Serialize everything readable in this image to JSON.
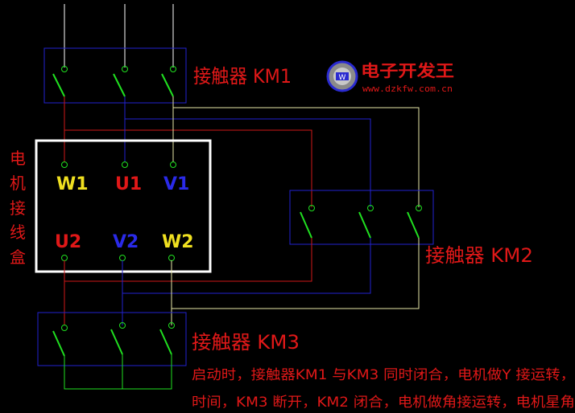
{
  "colors": {
    "background": "#000000",
    "wire_white": "#ffffff",
    "wire_red": "#d01818",
    "wire_blue": "#2222d0",
    "wire_yellow": "#e8e8a8",
    "box_blue": "#2222d0",
    "contact_green": "#20e020",
    "terminal_yellow": "#f0e020",
    "text_red": "#e01818"
  },
  "contactors": {
    "km1": {
      "label": "接触器 KM1"
    },
    "km2": {
      "label": "接触器 KM2"
    },
    "km3": {
      "label": "接触器 KM3"
    }
  },
  "motor_box": {
    "title_chars": [
      "电",
      "机",
      "接",
      "线",
      "盒"
    ],
    "top_terminals": [
      {
        "label": "W1",
        "color": "yellow"
      },
      {
        "label": "U1",
        "color": "red"
      },
      {
        "label": "V1",
        "color": "blue"
      }
    ],
    "bottom_terminals": [
      {
        "label": "U2",
        "color": "red"
      },
      {
        "label": "V2",
        "color": "blue"
      },
      {
        "label": "W2",
        "color": "yellow"
      }
    ]
  },
  "watermark": {
    "name": "电子开发王",
    "url": "www.dzkfw.com.cn",
    "icon": "gear-seal-icon"
  },
  "description": {
    "line1": "启动时，接触器KM1 与KM3 同时闭合，电机做Y 接运转，",
    "line2": "时间，KM3 断开，KM2 闭合，电机做角接运转，电机星角"
  }
}
